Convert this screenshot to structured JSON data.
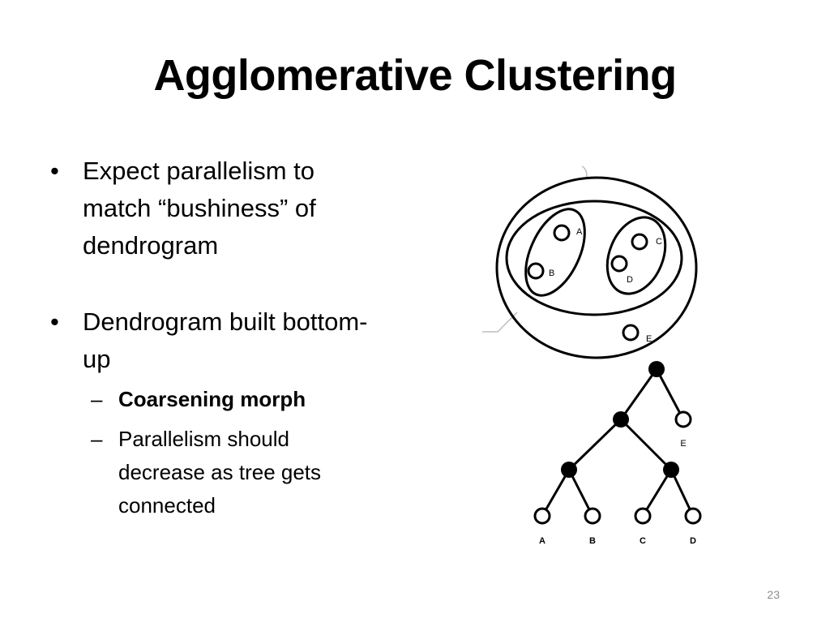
{
  "slide": {
    "title": "Agglomerative Clustering",
    "page_number": "23",
    "bullets": [
      {
        "text": "Expect parallelism to match “bushiness” of dendrogram"
      },
      {
        "text": "Dendrogram built bottom-up",
        "sub": [
          {
            "text": "Coarsening morph",
            "bold": true
          },
          {
            "text": "Parallelism should decrease as tree gets connected",
            "bold": false
          }
        ]
      }
    ]
  },
  "diagram": {
    "cluster_labels": [
      "A",
      "B",
      "C",
      "D",
      "E"
    ],
    "tree_labels": [
      "E",
      "A",
      "B",
      "C",
      "D"
    ]
  }
}
